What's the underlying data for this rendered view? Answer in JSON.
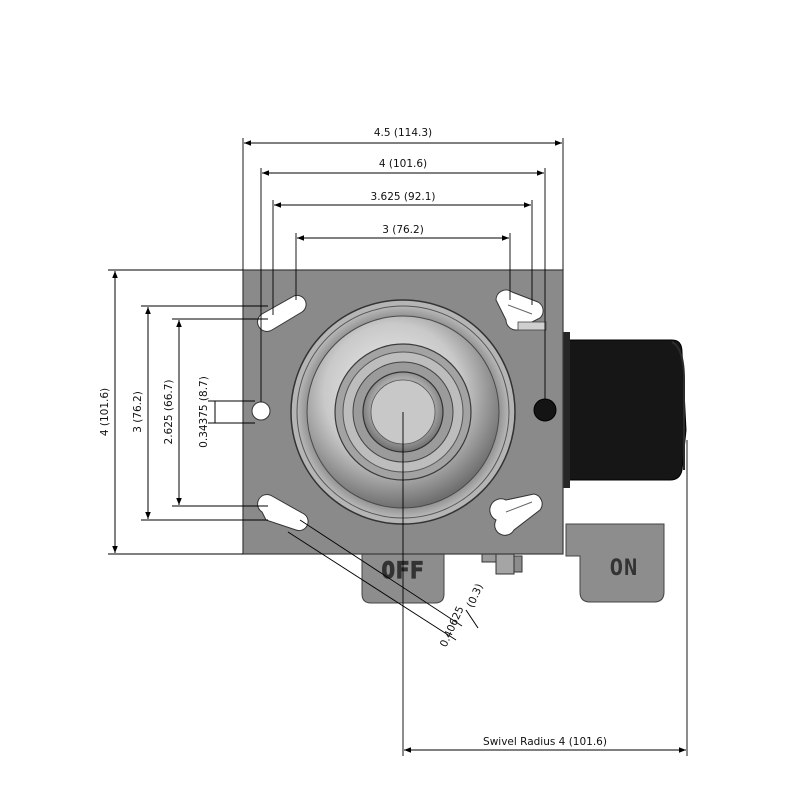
{
  "dimensions": {
    "overall_width": "4.5 (114.3)",
    "bolt_width_1": "4 (101.6)",
    "bolt_width_2": "3.625 (92.1)",
    "bolt_width_3": "3 (76.2)",
    "plate_height": "4 (101.6)",
    "bolt_height_1": "3 (76.2)",
    "bolt_height_2": "2.625 (66.7)",
    "bolt_height_3": "0.34375 (8.7)",
    "bolt_hole_a": "0.40625",
    "bolt_hole_b": "(0.3)",
    "swivel_radius": "Swivel Radius 4 (101.6)"
  },
  "brake_labels": {
    "off": "OFF",
    "on": "ON"
  },
  "colors": {
    "plate": "#8a8a8a",
    "lock_housing": "#141414",
    "dimension_lines": "#000000"
  }
}
